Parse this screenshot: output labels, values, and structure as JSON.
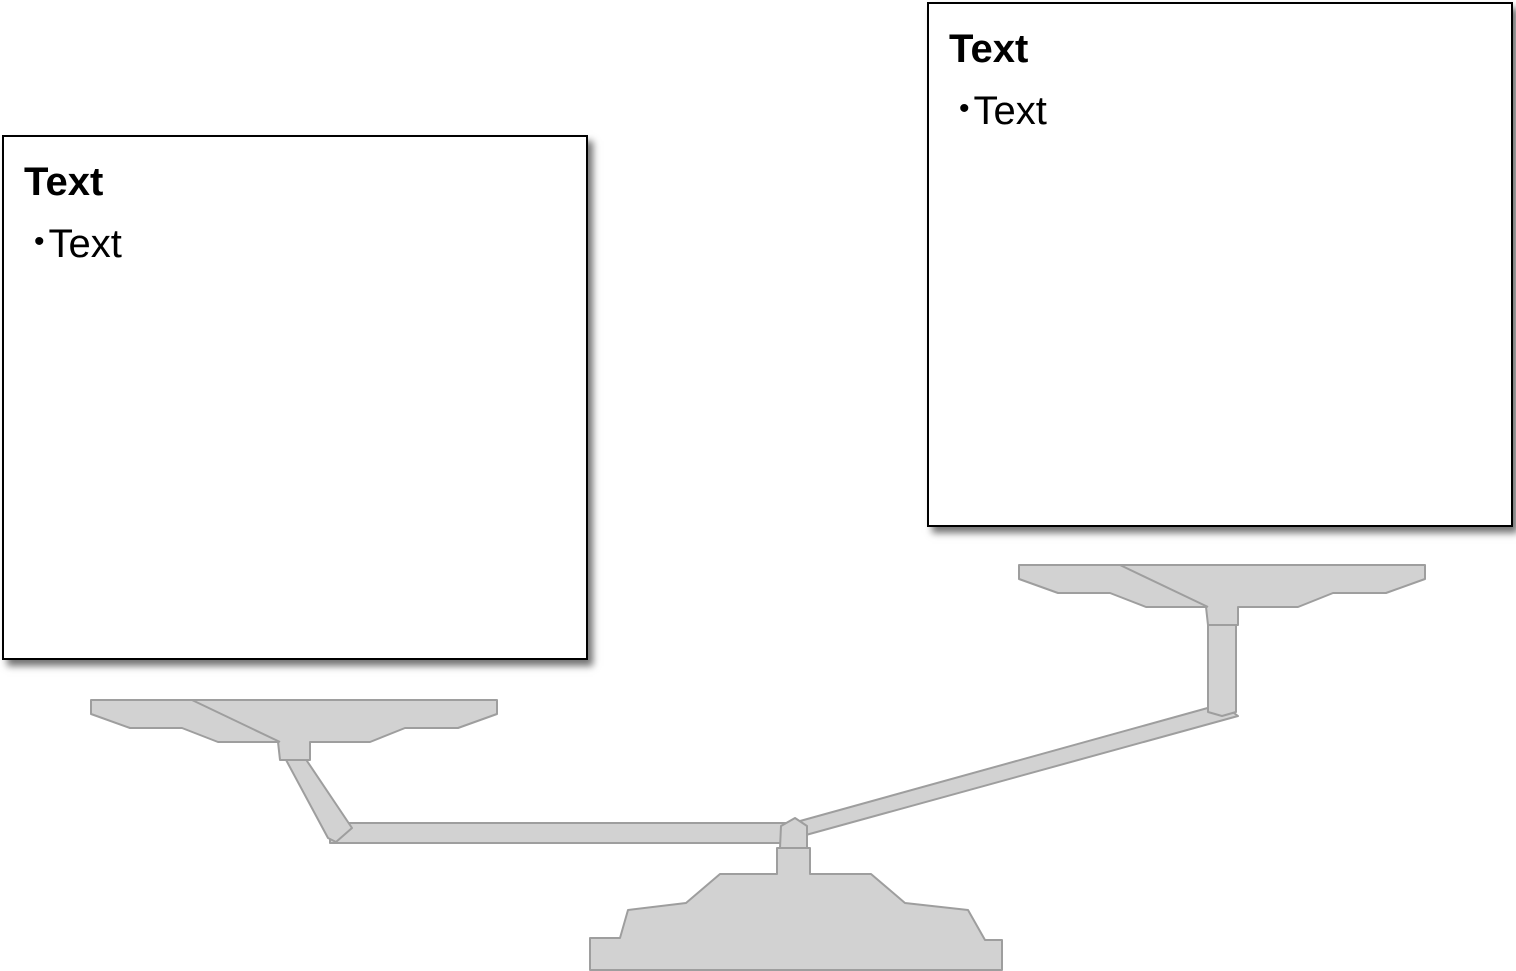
{
  "left_box": {
    "heading": "Text",
    "bullet": "Text"
  },
  "right_box": {
    "heading": "Text",
    "bullet": "Text"
  },
  "colors": {
    "scale_fill": "#d2d2d2",
    "scale_outline": "#9e9e9e",
    "box_border": "#000000",
    "box_fill": "#ffffff"
  }
}
